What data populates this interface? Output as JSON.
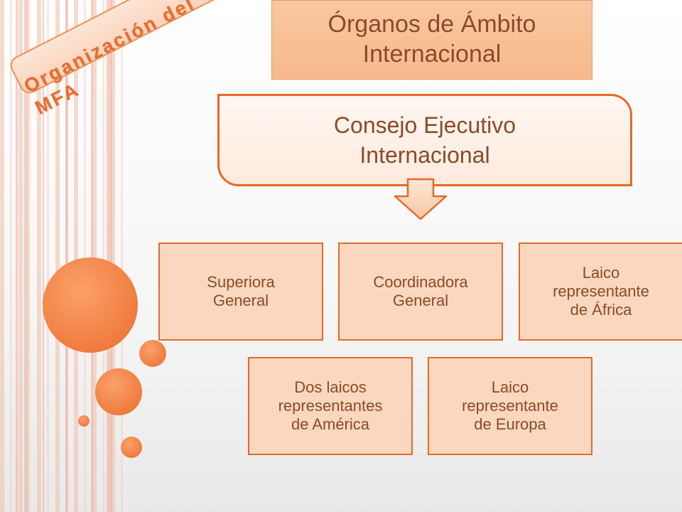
{
  "ribbon": {
    "text": "Organización del MFA"
  },
  "header": {
    "title_line1": "Órganos de Ámbito",
    "title_line2": "Internacional"
  },
  "council": {
    "line1": "Consejo Ejecutivo",
    "line2": "Internacional"
  },
  "members": [
    {
      "label": "Superiora\nGeneral"
    },
    {
      "label": "Coordinadora\nGeneral"
    },
    {
      "label": "Laico\nrepresentante\nde África"
    },
    {
      "label": "Dos laicos\nrepresentantes\nde América"
    },
    {
      "label": "Laico\nrepresentante\nde Europa"
    }
  ],
  "colors": {
    "accent": "#df6c2a",
    "box_fill": "#fbd7bf",
    "text": "#8a4b2a",
    "circle": "#f07c3e"
  },
  "icons": {
    "arrow": "down-arrow-icon"
  }
}
